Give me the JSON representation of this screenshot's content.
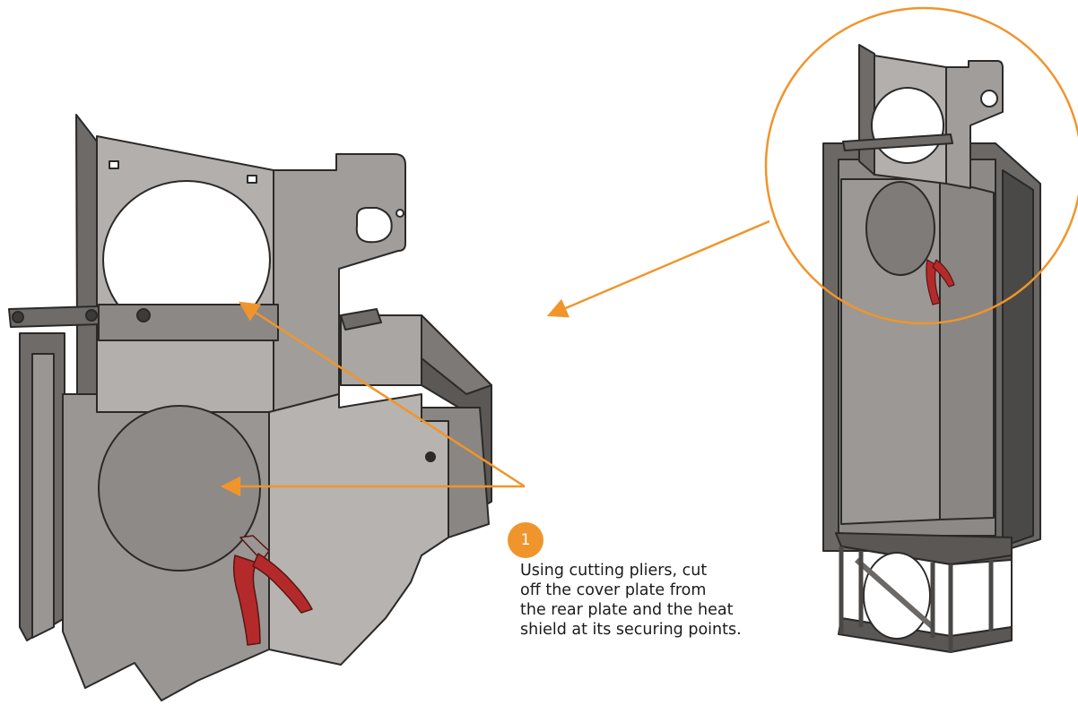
{
  "step": {
    "number": "1",
    "lines": [
      "Using cutting pliers, cut",
      "off the cover plate from",
      "the rear plate and the heat",
      "shield at its securing points."
    ]
  },
  "colors": {
    "accent": "#f0952b",
    "pliers": "#b42a2a",
    "steel_light": "#b8b5b2",
    "steel_mid": "#8f8b88",
    "steel_dark": "#4a4846",
    "outline": "#2b2a29"
  },
  "icons": {
    "step_badge": "orange-circle",
    "tool": "cutting-pliers-icon"
  }
}
